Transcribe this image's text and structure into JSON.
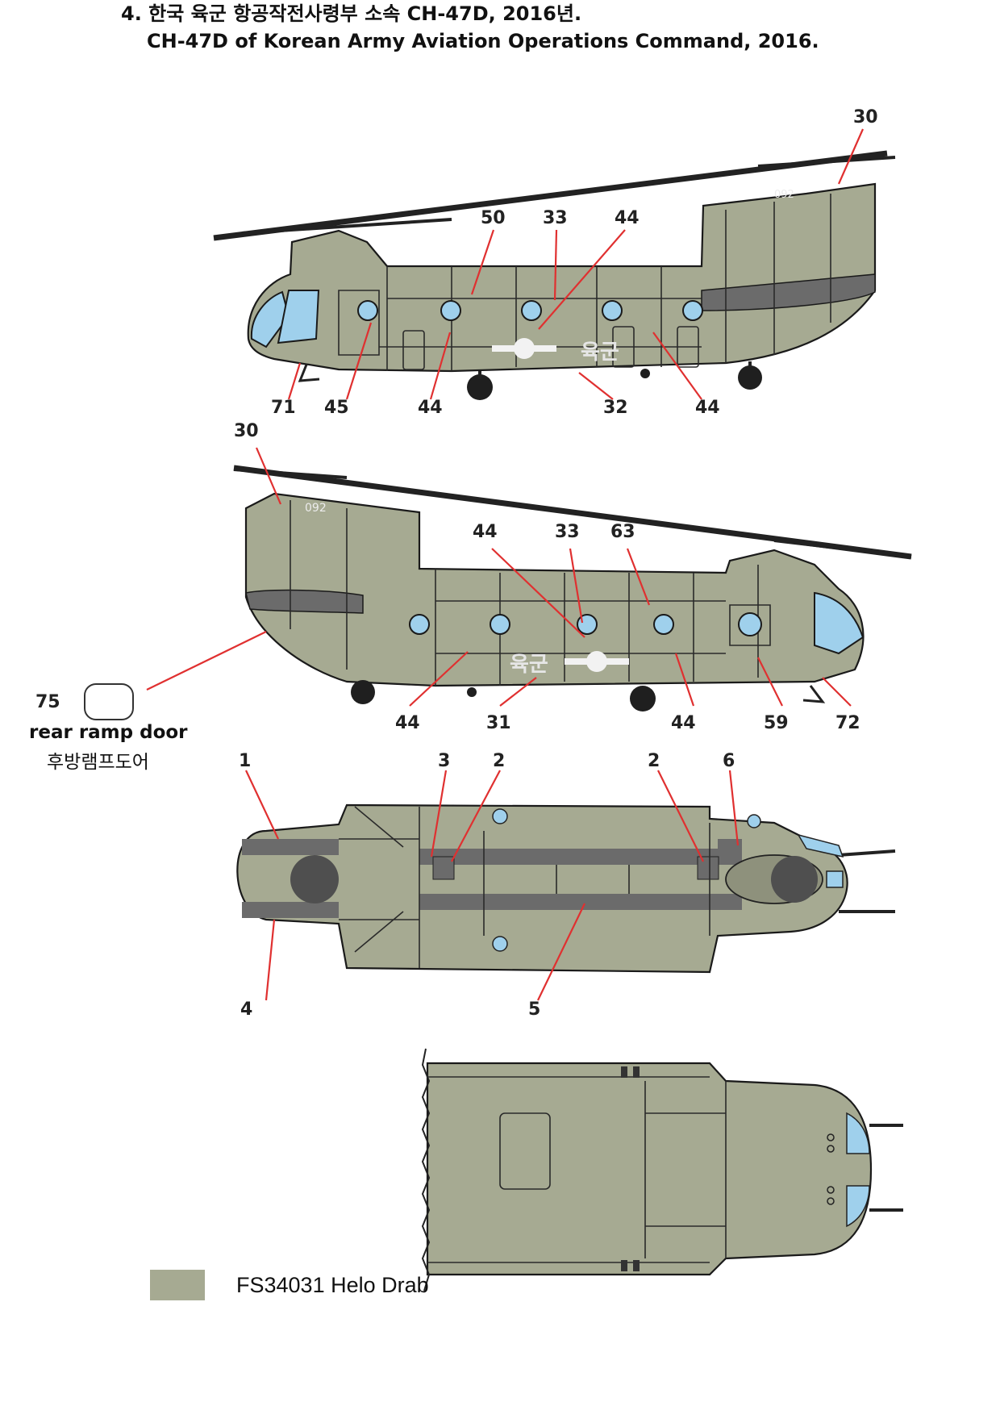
{
  "title": {
    "line1": "4. 한국 육군 항공작전사령부 소속 CH-47D, 2016년.",
    "line2": "CH-47D of Korean Army Aviation Operations Command, 2016."
  },
  "colors": {
    "helo_drab": "#a6aa92",
    "window_blue": "#9fd0ec",
    "dark_panel": "#5a5a5a",
    "leader_red": "#e03030"
  },
  "views": {
    "left_side": {
      "callouts": [
        "30",
        "50",
        "33",
        "44",
        "71",
        "45",
        "44",
        "32",
        "44"
      ]
    },
    "right_side": {
      "callouts": [
        "30",
        "44",
        "33",
        "63",
        "44",
        "31",
        "44",
        "59",
        "72"
      ]
    },
    "top": {
      "callouts": [
        "1",
        "3",
        "2",
        "2",
        "6",
        "4",
        "5"
      ]
    }
  },
  "markings": {
    "serial": "092",
    "hangul": "육군"
  },
  "ramp": {
    "number": "75",
    "label": "rear ramp door",
    "label_ko": "후방램프도어"
  },
  "legend": {
    "items": [
      {
        "label": "FS34031 Helo Drab",
        "color": "#a6aa92"
      }
    ]
  }
}
